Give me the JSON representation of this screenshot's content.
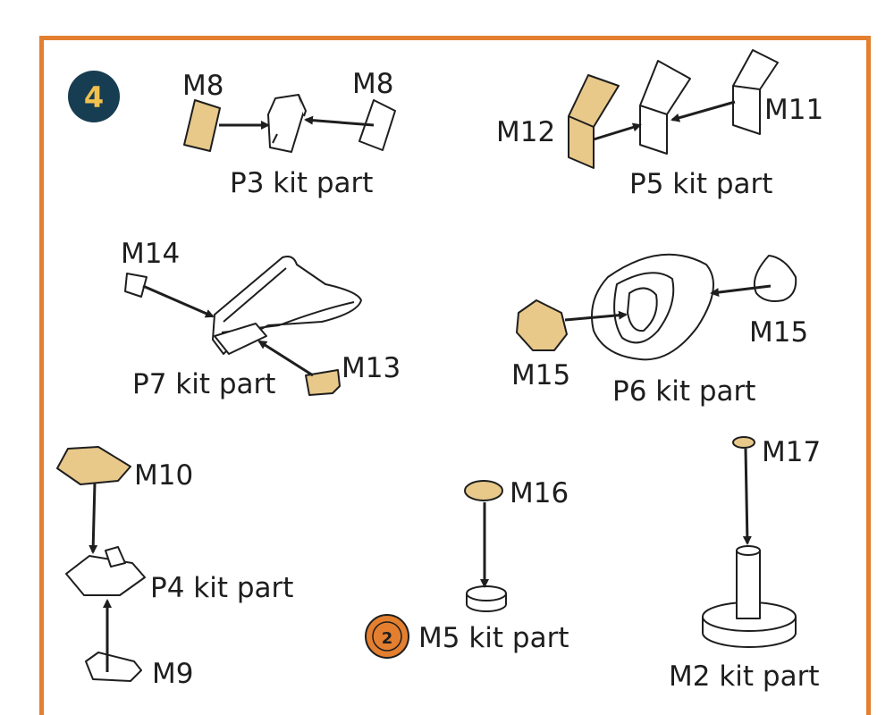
{
  "step": {
    "number": "4"
  },
  "colors": {
    "frame": "#e37f2f",
    "step_badge": "#173d52",
    "step_number": "#f2c14e",
    "photoetch_fill": "#e8c98a",
    "kit_part_icon": "#e37f2f"
  },
  "labels": {
    "m8_left": "M8",
    "m8_right": "M8",
    "p3": "P3 kit part",
    "m12": "M12",
    "m11": "M11",
    "p5": "P5 kit part",
    "m14": "M14",
    "m13": "M13",
    "p7": "P7 kit part",
    "m15_left": "M15",
    "m15_right": "M15",
    "p6": "P6 kit part",
    "m10": "M10",
    "p4": "P4 kit part",
    "m9": "M9",
    "m16": "M16",
    "m5": "M5 kit part",
    "m5_icon_number": "2",
    "m17": "M17",
    "m2": "M2 kit part"
  }
}
